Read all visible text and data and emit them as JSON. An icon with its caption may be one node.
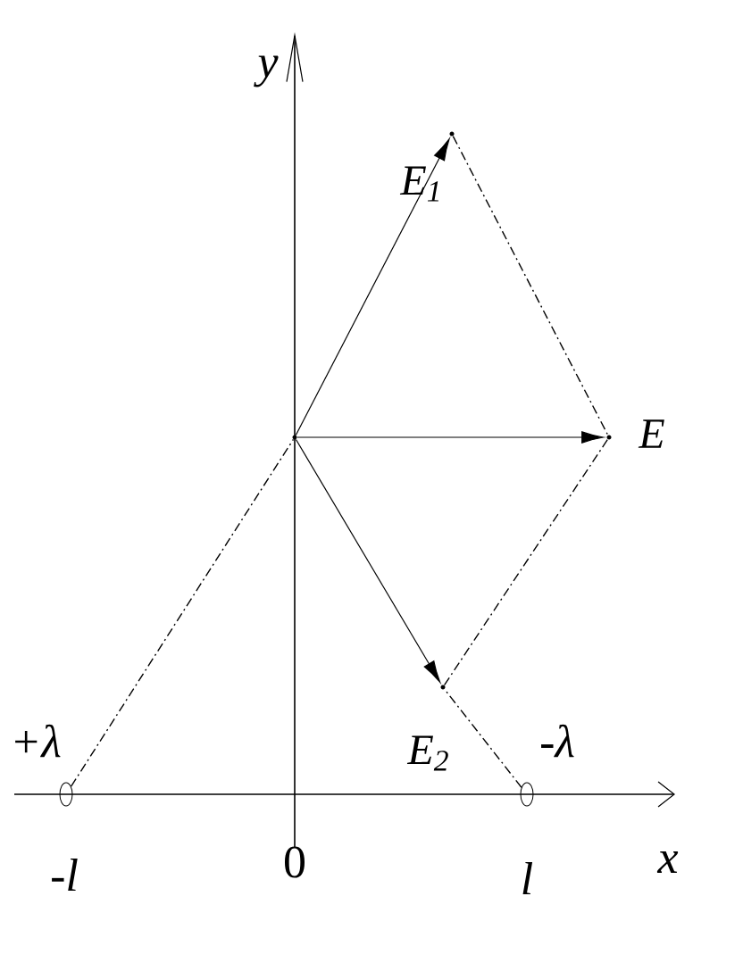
{
  "diagram": {
    "nodes": [
      {
        "text": [],
        "shape": "point"
      },
      {
        "text": [],
        "shape": "point",
        "beside": [
          "E$_{1}$"
        ]
      },
      {
        "text": [],
        "shape": "point",
        "beside": [
          "E"
        ]
      },
      {
        "text": [],
        "shape": "point",
        "beside": [
          "E$_{2}$"
        ]
      },
      {
        "text": [],
        "shape": "circle"
      },
      {
        "text": [],
        "shape": "circle"
      }
    ],
    "edges": [
      {
        "from": 0,
        "to": 1,
        "arrow": "to"
      },
      {
        "from": 0,
        "to": 2,
        "arrow": "to"
      },
      {
        "from": 0,
        "to": 3,
        "arrow": "to"
      },
      {
        "from": 4,
        "to": 0,
        "arrow": "none",
        "style": "dashed"
      },
      {
        "from": 5,
        "to": 3,
        "arrow": "none",
        "style": "dashed"
      },
      {
        "from": 1,
        "to": 2,
        "arrow": "none",
        "style": "dashed"
      },
      {
        "from": 3,
        "to": 2,
        "arrow": "none",
        "style": "dashed"
      }
    ],
    "labels": [
      "y",
      "+λ",
      "-λ",
      "-l",
      "0",
      "l",
      "x"
    ]
  }
}
